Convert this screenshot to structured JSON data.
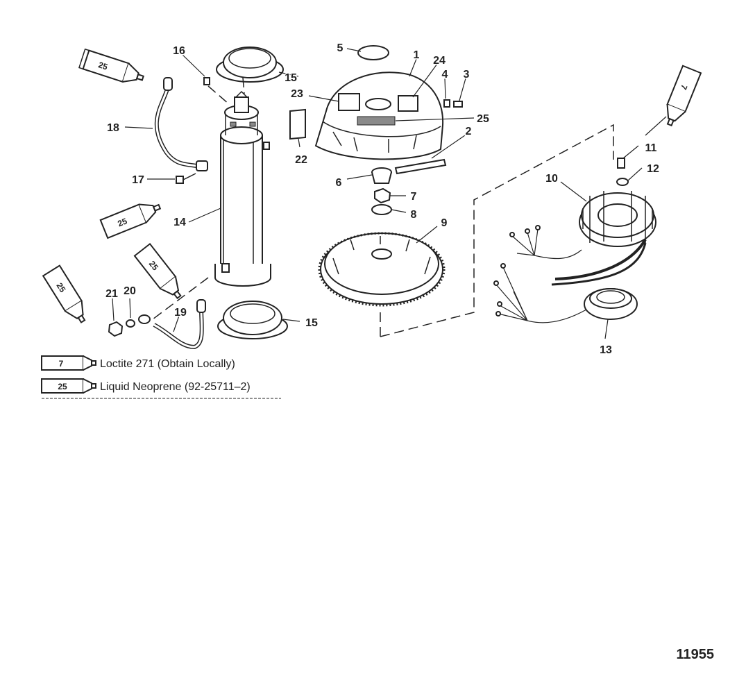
{
  "callouts": [
    "1",
    "2",
    "3",
    "4",
    "5",
    "6",
    "7",
    "8",
    "9",
    "10",
    "11",
    "12",
    "13",
    "14",
    "15",
    "15",
    "16",
    "17",
    "18",
    "19",
    "20",
    "21",
    "22",
    "23",
    "24",
    "25"
  ],
  "tube_markers": [
    "25",
    "25",
    "25",
    "25",
    "7"
  ],
  "legend": [
    {
      "code": "7",
      "text": "Loctite 271 (Obtain Locally)"
    },
    {
      "code": "25",
      "text": "Liquid Neoprene (92-25711–2)"
    }
  ],
  "figure_number": "11955"
}
